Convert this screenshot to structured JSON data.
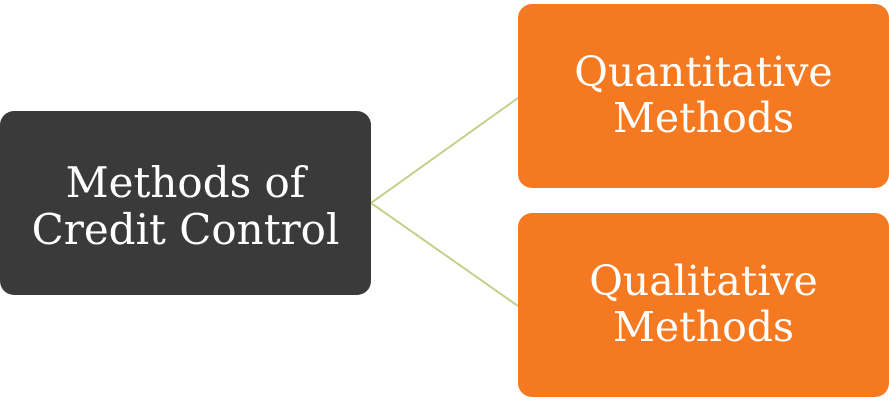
{
  "diagram": {
    "root": {
      "label": "Methods of\nCredit Control"
    },
    "children": [
      {
        "label": "Quantitative\nMethods"
      },
      {
        "label": "Qualitative\nMethods"
      }
    ]
  },
  "colors": {
    "root_fill": "#3a3a3a",
    "child_fill": "#f47920",
    "connector": "#c5cf8a",
    "text": "#ffffff"
  }
}
